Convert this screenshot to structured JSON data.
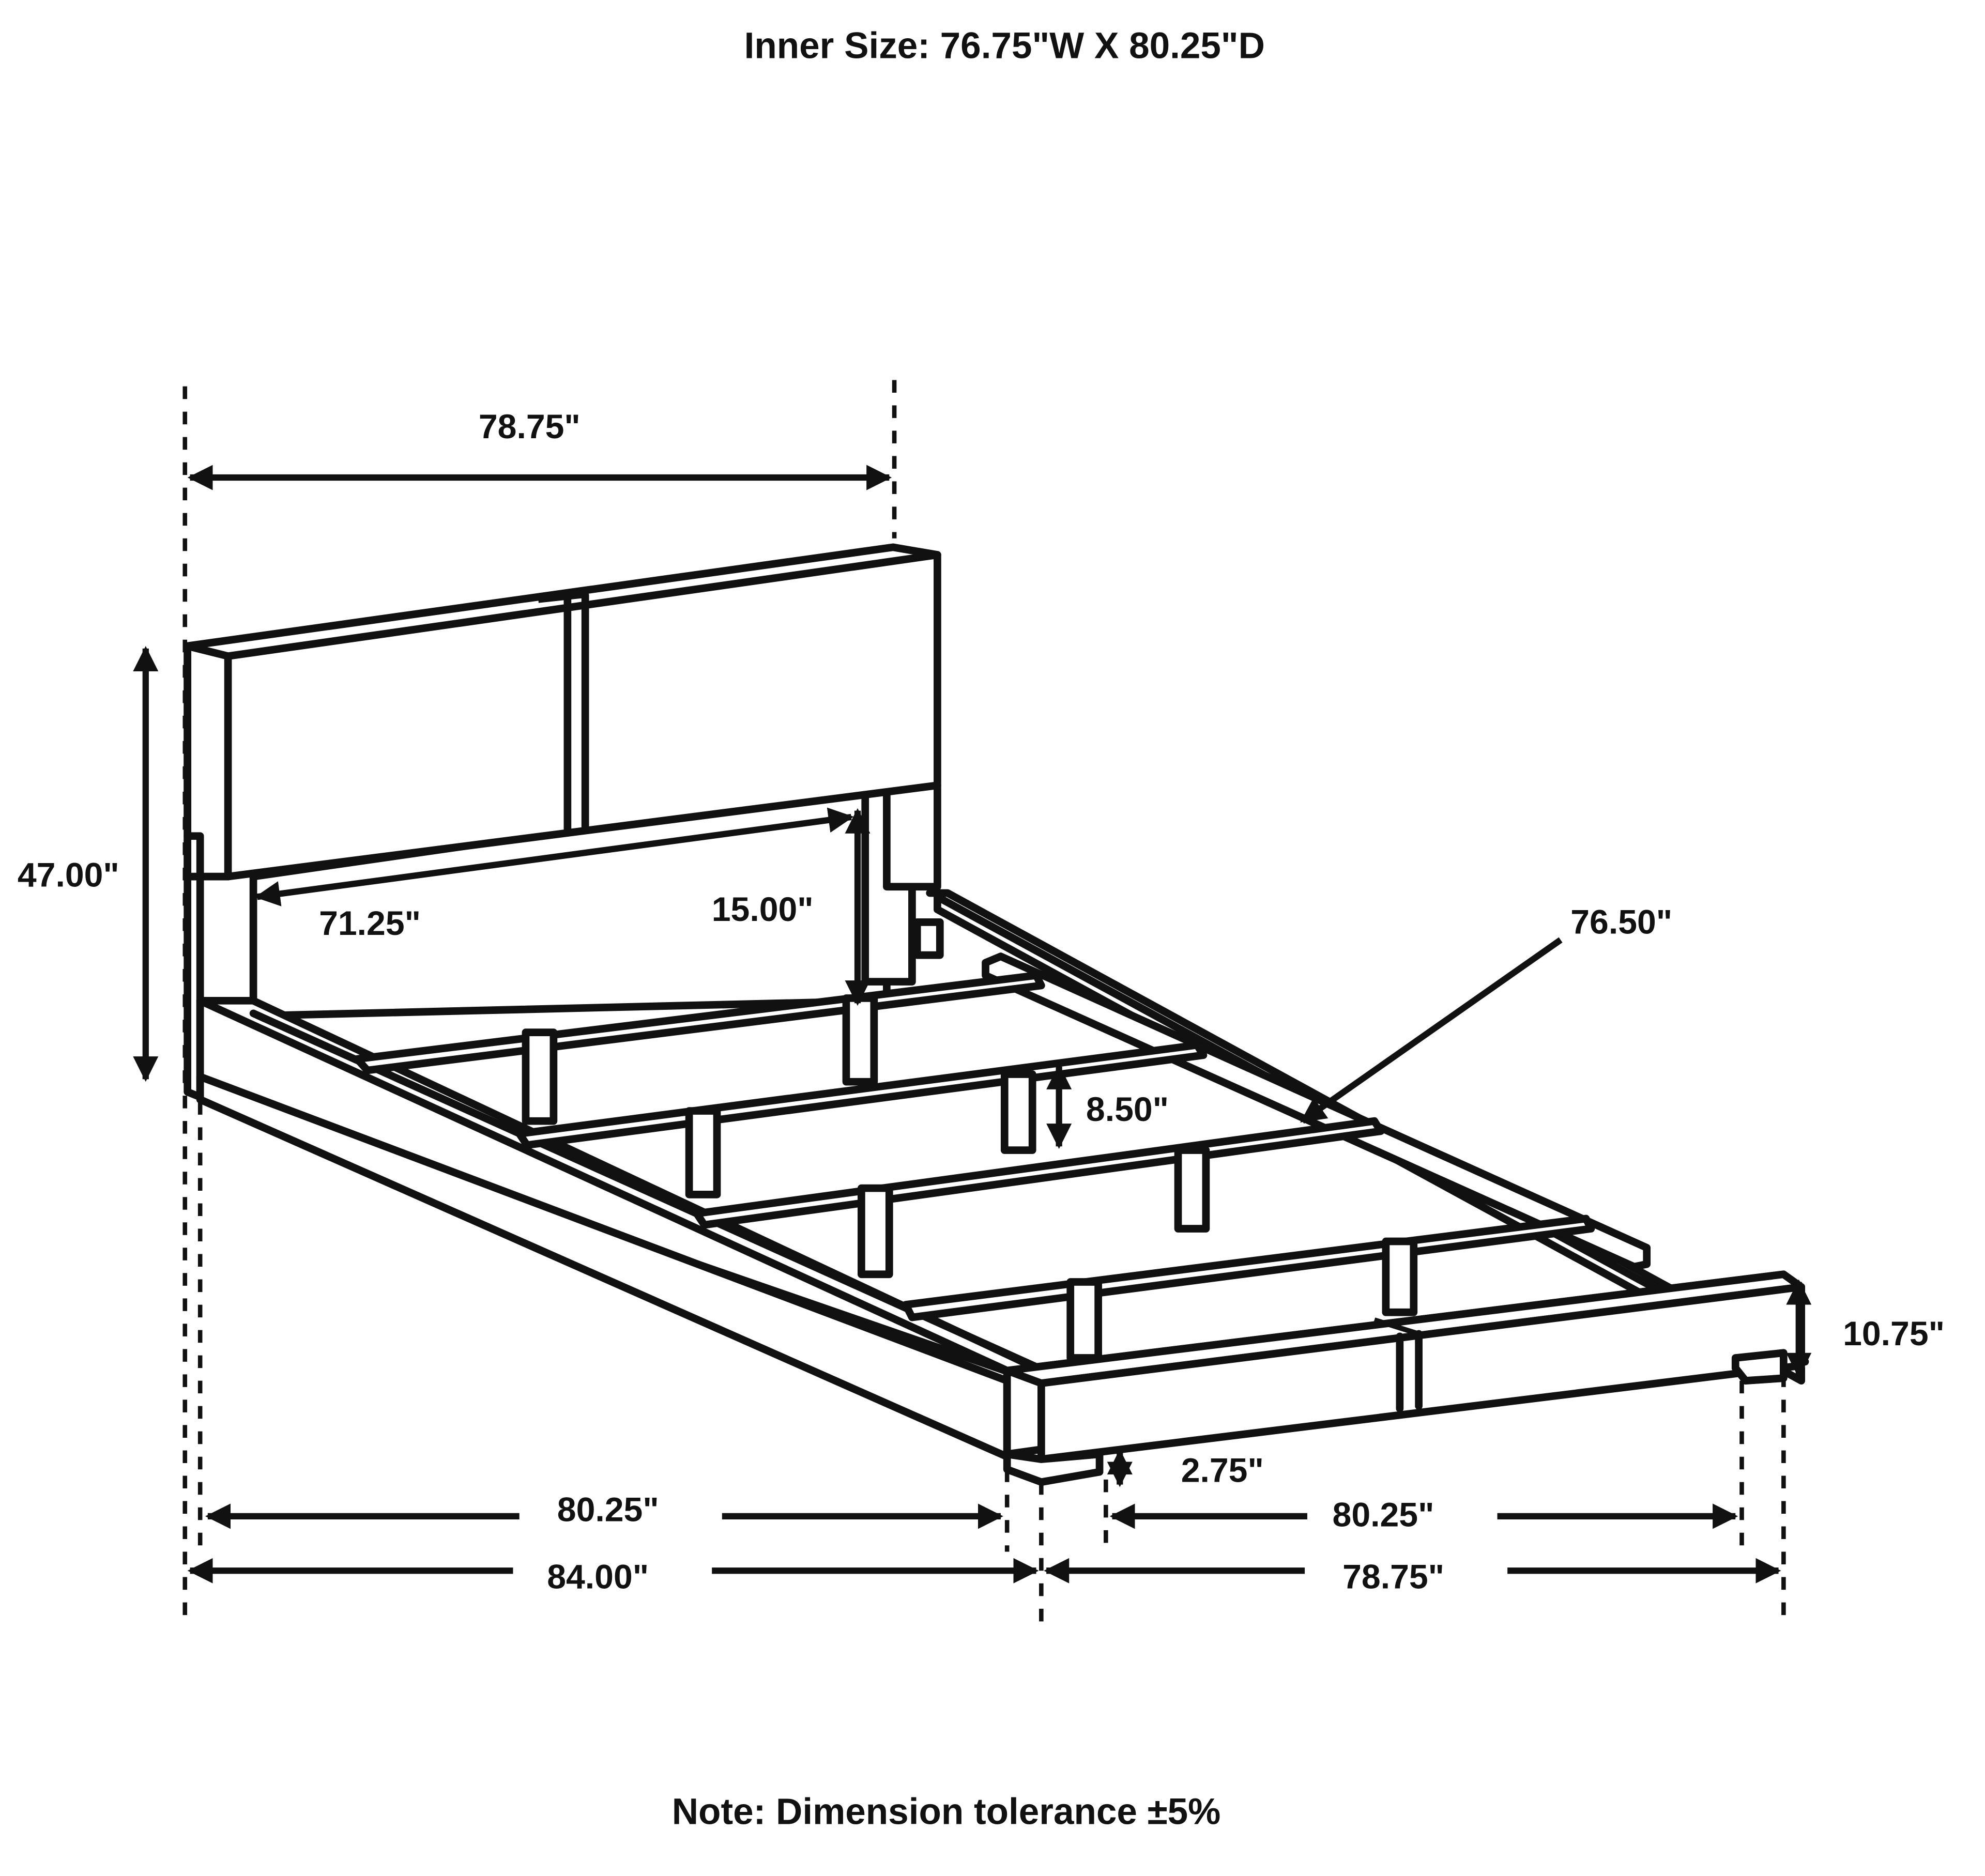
{
  "title": "Inner Size: 76.75\"W X 80.25\"D",
  "note": "Note: Dimension tolerance ±5%",
  "dimensions": {
    "headboard_width": "78.75\"",
    "total_height": "47.00\"",
    "inner_headboard_width": "71.25\"",
    "headboard_panel_height": "15.00\"",
    "diagonal_length": "76.50\"",
    "slat_clearance": "8.50\"",
    "rail_height": "10.75\"",
    "leg_height": "2.75\"",
    "side_inner_length": "80.25\"",
    "side_total_length": "84.00\"",
    "front_inner_length": "80.25\"",
    "front_total_width": "78.75\""
  },
  "colors": {
    "line": "#111111",
    "background": "#ffffff"
  }
}
